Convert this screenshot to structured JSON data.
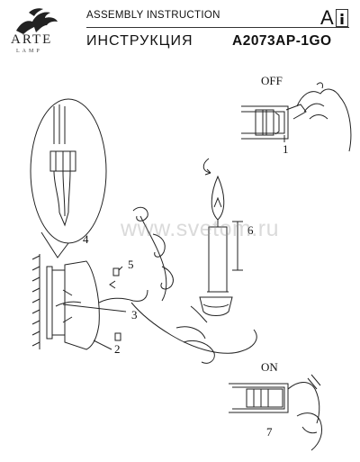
{
  "header": {
    "logo_text": "ARTE",
    "logo_sub": "LAMP",
    "assembly_title": "ASSEMBLY INSTRUCTION",
    "instruction_ru": "ИНСТРУКЦИЯ",
    "lang_letter": "A",
    "model": "A2073AP-1GO"
  },
  "diagram": {
    "off_label": "OFF",
    "on_label": "ON",
    "callouts": [
      "1",
      "2",
      "3",
      "4",
      "5",
      "6",
      "7"
    ]
  },
  "watermark": "www.svetom.ru"
}
